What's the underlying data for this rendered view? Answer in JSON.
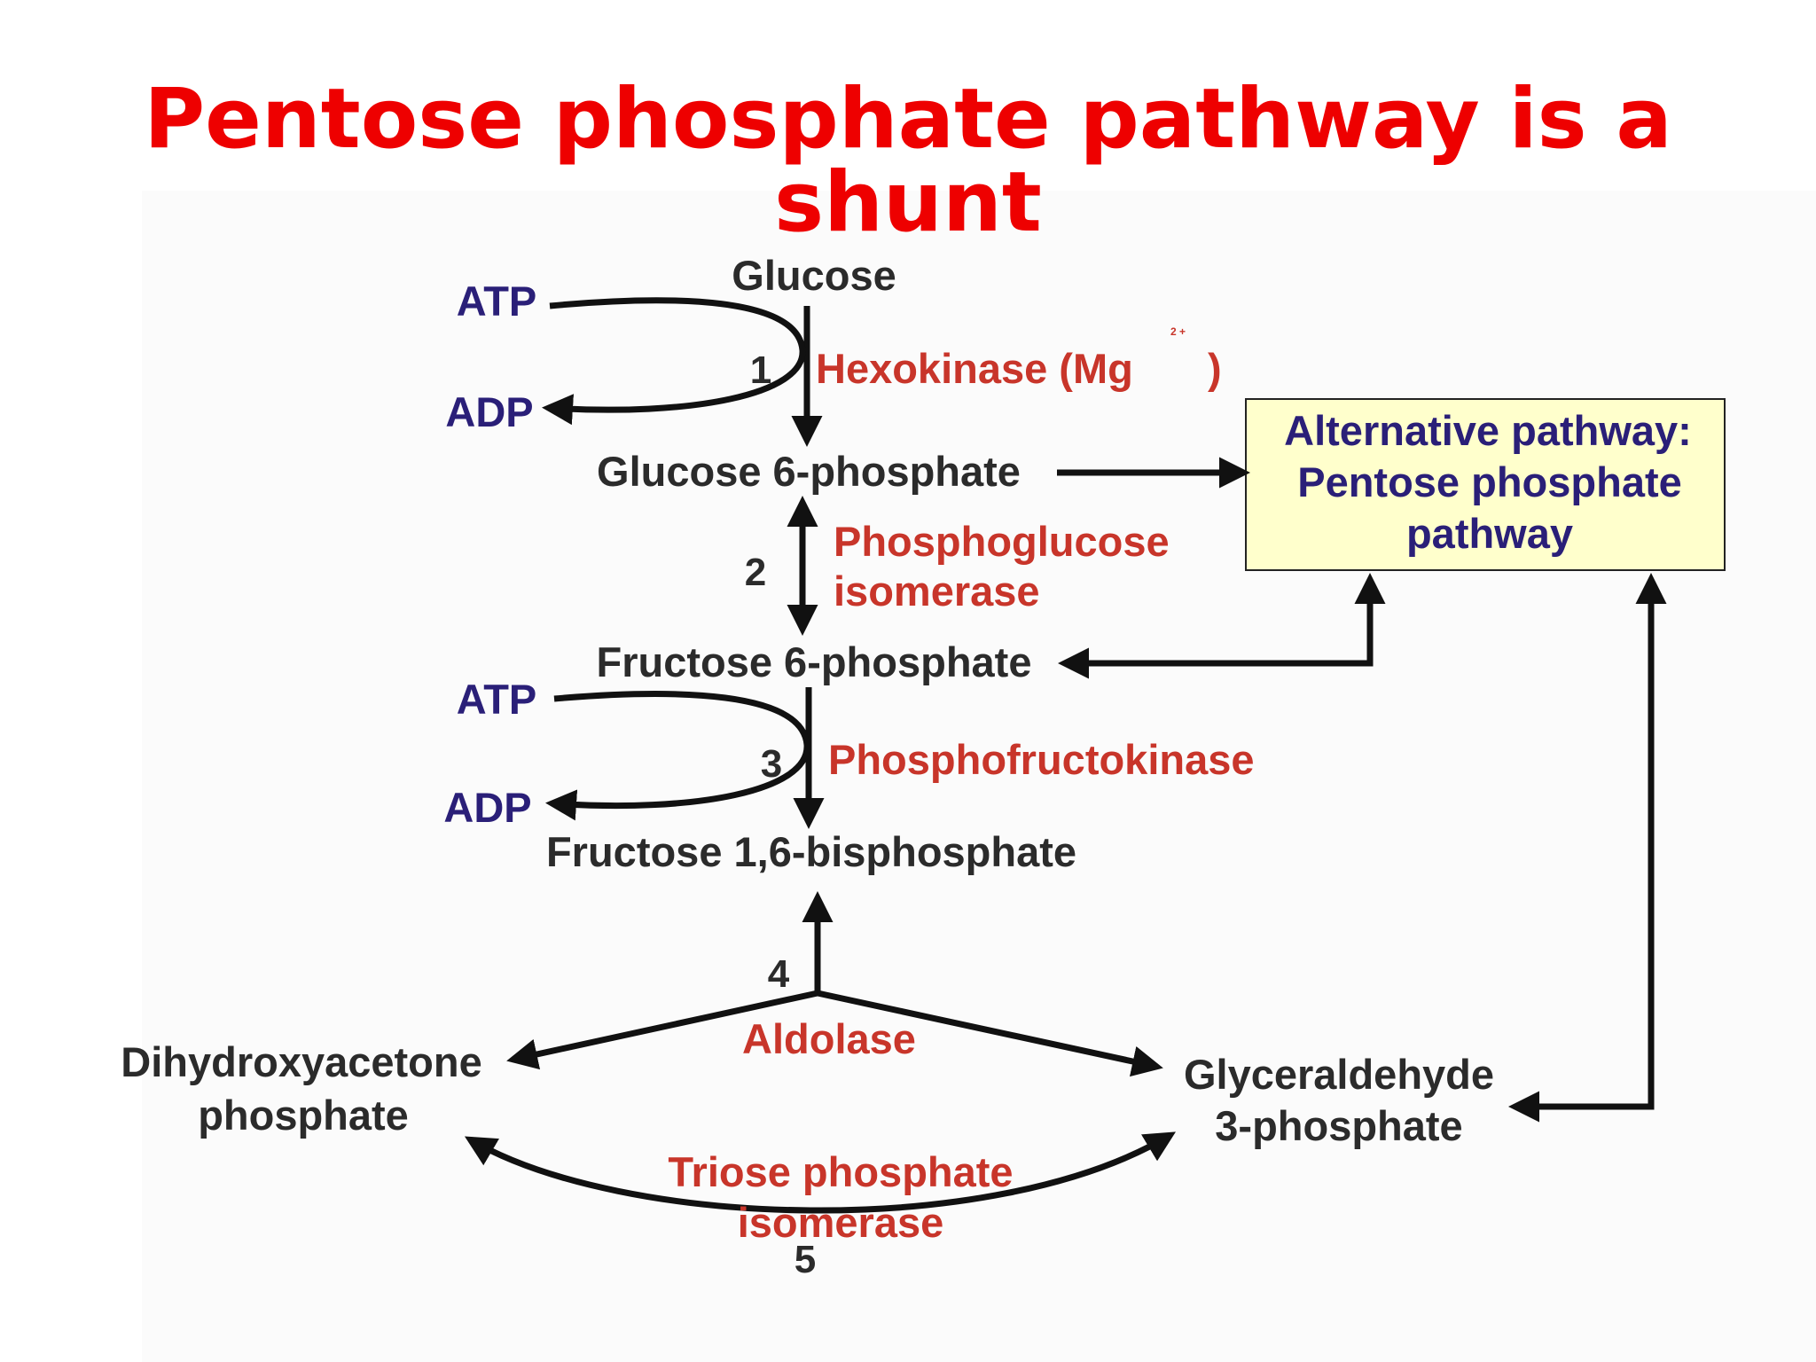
{
  "title": "Pentose phosphate pathway is a shunt",
  "molecules": {
    "glucose": "Glucose",
    "glucose_6_phosphate": "Glucose 6-phosphate",
    "fructose_6_phosphate": "Fructose 6-phosphate",
    "fructose_1_6_bisphosphate": "Fructose 1,6-bisphosphate",
    "dhap_line1": "Dihydroxyacetone",
    "dhap_line2": "phosphate",
    "g3p_line1": "Glyceraldehyde",
    "g3p_line2": "3-phosphate"
  },
  "cofactors": {
    "atp_1": "ATP",
    "adp_1": "ADP",
    "atp_2": "ATP",
    "adp_2": "ADP"
  },
  "enzymes": {
    "hexokinase": "Hexokinase (Mg",
    "hexokinase_superscript": "2 +",
    "hexokinase_close": ")",
    "phosphoglucose_line1": "Phosphoglucose",
    "phosphoglucose_line2": "isomerase",
    "phosphofructokinase": "Phosphofructokinase",
    "aldolase": "Aldolase",
    "tpi_line1": "Triose phosphate",
    "tpi_line2": "isomerase"
  },
  "steps": [
    "1",
    "2",
    "3",
    "4",
    "5"
  ],
  "alternative_box": {
    "line1": "Alternative pathway:",
    "line2": "Pentose phosphate",
    "line3": "pathway",
    "fill": "#ffffcc"
  },
  "colors": {
    "title": "#ee0000",
    "enzyme": "#c8352a",
    "cofactor": "#2a1f78",
    "molecule": "#2b2b2b"
  }
}
